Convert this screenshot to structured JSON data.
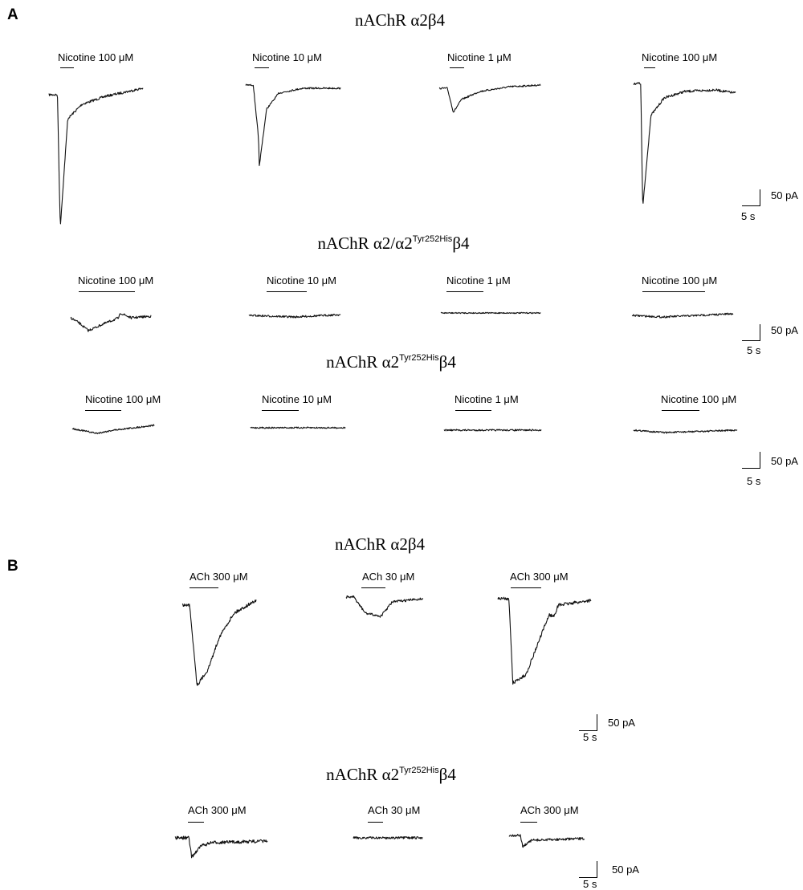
{
  "panels": {
    "a": {
      "letter": "A",
      "groups": [
        {
          "title": "nAChR α2β4",
          "labels": [
            "Nicotine 100 μM",
            "Nicotine 10 μM",
            "Nicotine 1 μM",
            "Nicotine 100 μM"
          ],
          "scale": {
            "current": "50 pA",
            "time": "5 s"
          }
        },
        {
          "title_parts": {
            "pre": "nAChR α2/α2",
            "sup": "Tyr252His",
            "post": "β4"
          },
          "labels": [
            "Nicotine 100 μM",
            "Nicotine 10 μM",
            "Nicotine 1 μM",
            "Nicotine 100 μM"
          ],
          "scale": {
            "current": "50 pA",
            "time": "5 s"
          }
        },
        {
          "title_parts": {
            "pre": "nAChR α2",
            "sup": "Tyr252His",
            "post": "β4"
          },
          "labels": [
            "Nicotine 100 μM",
            "Nicotine 10 μM",
            "Nicotine 1 μM",
            "Nicotine 100 μM"
          ],
          "scale": {
            "current": "50 pA",
            "time": "5 s"
          }
        }
      ]
    },
    "b": {
      "letter": "B",
      "groups": [
        {
          "title": "nAChR α2β4",
          "labels": [
            "ACh 300 μM",
            "ACh 30 μM",
            "ACh 300 μM"
          ],
          "scale": {
            "current": "50 pA",
            "time": "5 s"
          }
        },
        {
          "title_parts": {
            "pre": "nAChR α2",
            "sup": "Tyr252His",
            "post": "β4"
          },
          "labels": [
            "ACh 300 μM",
            "ACh 30 μM",
            "ACh 300 μM"
          ],
          "scale": {
            "current": "50 pA",
            "time": "5 s"
          }
        }
      ]
    }
  }
}
